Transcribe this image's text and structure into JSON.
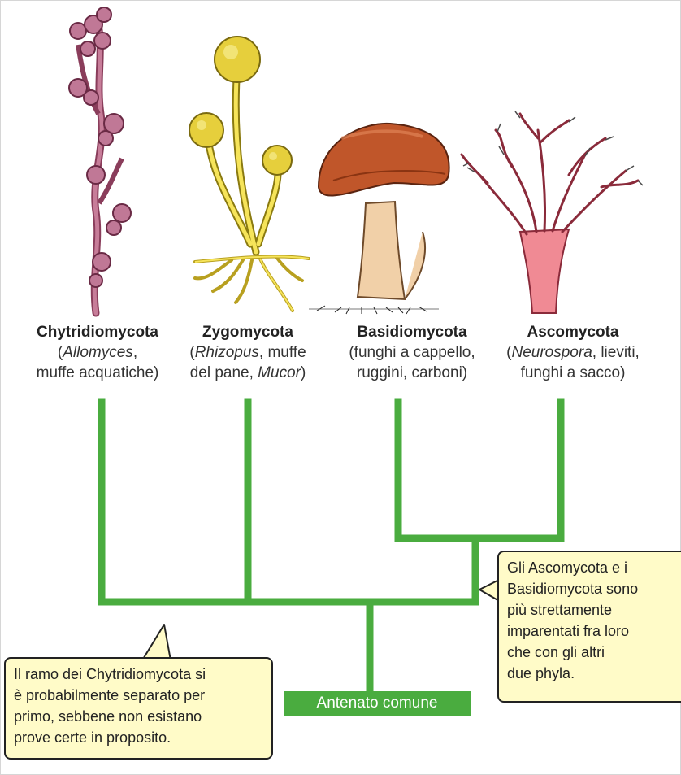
{
  "phyla": [
    {
      "name": "Chytridiomycota",
      "desc_line1_italic": "Allomyces",
      "desc_line1_rest": ",",
      "desc_line1_prefix": "(",
      "desc_line2": "muffe acquatiche)"
    },
    {
      "name": "Zygomycota",
      "desc_line1_prefix": "(",
      "desc_line1_italic": "Rhizopus",
      "desc_line1_rest": ", muffe",
      "desc_line2_prefix": "del pane, ",
      "desc_line2_italic": "Mucor",
      "desc_line2_suffix": ")"
    },
    {
      "name": "Basidiomycota",
      "desc_line1": "(funghi a cappello,",
      "desc_line2": "ruggini, carboni)"
    },
    {
      "name": "Ascomycota",
      "desc_line1_prefix": "(",
      "desc_line1_italic": "Neurospora",
      "desc_line1_rest": ", lieviti,",
      "desc_line2": "funghi a sacco)"
    }
  ],
  "ancestor_label": "Antenato comune",
  "callouts": {
    "left": [
      "Il ramo dei Chytridiomycota si",
      "è probabilmente separato per",
      "primo, sebbene non esistano",
      "prove certe in proposito."
    ],
    "right": [
      "Gli Ascomycota e i",
      "Basidiomycota sono",
      "più strettamente",
      "imparentati fra loro",
      "che con gli altri",
      "due phyla."
    ]
  },
  "colors": {
    "tree_green": "#4aac3f",
    "callout_fill": "#fffbc8",
    "chytrid_pink": "#b46c86",
    "zygo_yellow": "#f0dc3c",
    "mushroom_cap": "#c0562a",
    "asco_pink": "#e87a86"
  }
}
